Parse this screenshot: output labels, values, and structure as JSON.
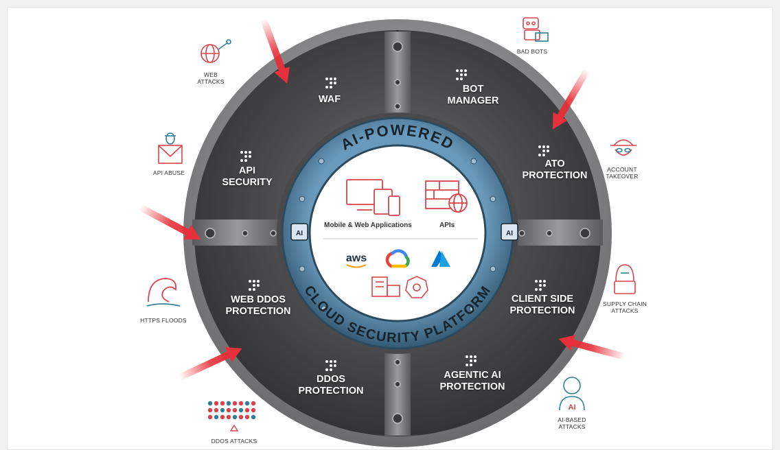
{
  "hub": {
    "ring_top": "AI-POWERED",
    "ring_bottom": "CLOUD SECURITY PLATFORM",
    "apps_label": "Mobile & Web Applications",
    "apis_label": "APIs",
    "aws_label": "aws",
    "ai_badge": "AI"
  },
  "segments": [
    {
      "id": "waf",
      "label": "WAF"
    },
    {
      "id": "bot",
      "label": "BOT\nMANAGER"
    },
    {
      "id": "ato",
      "label": "ATO\nPROTECTION"
    },
    {
      "id": "client",
      "label": "CLIENT SIDE\nPROTECTION"
    },
    {
      "id": "agentic",
      "label": "AGENTIC AI\nPROTECTION"
    },
    {
      "id": "ddos",
      "label": "DDOS\nPROTECTION"
    },
    {
      "id": "webddos",
      "label": "WEB DDOS\nPROTECTION"
    },
    {
      "id": "api",
      "label": "API\nSECURITY"
    }
  ],
  "threats": [
    {
      "id": "web-attacks",
      "label": "WEB\nATTACKS",
      "icon": "globe-attack-icon"
    },
    {
      "id": "bad-bots",
      "label": "BAD BOTS",
      "icon": "robot-icon"
    },
    {
      "id": "account-takeover",
      "label": "ACCOUNT\nTAKEOVER",
      "icon": "spy-icon"
    },
    {
      "id": "supply-chain",
      "label": "SUPPLY CHAIN\nATTACKS",
      "icon": "hacker-icon"
    },
    {
      "id": "ai-based",
      "label": "AI-BASED\nATTACKS",
      "icon": "ai-attacker-icon"
    },
    {
      "id": "ddos-attacks",
      "label": "DDOS ATTACKS",
      "icon": "swarm-icon"
    },
    {
      "id": "https-floods",
      "label": "HTTPS FLOODS",
      "icon": "wave-icon"
    },
    {
      "id": "api-abuse",
      "label": "API ABUSE",
      "icon": "bug-mail-icon"
    }
  ],
  "colors": {
    "accent": "#e8303a",
    "icon_red": "#d9434a",
    "icon_blue": "#2f7f95",
    "steel_dark": "#3c3c3e",
    "steel_light": "#8e8e90",
    "ring_blue": "#5f8fb0",
    "ring_blue_dark": "#34596f"
  }
}
